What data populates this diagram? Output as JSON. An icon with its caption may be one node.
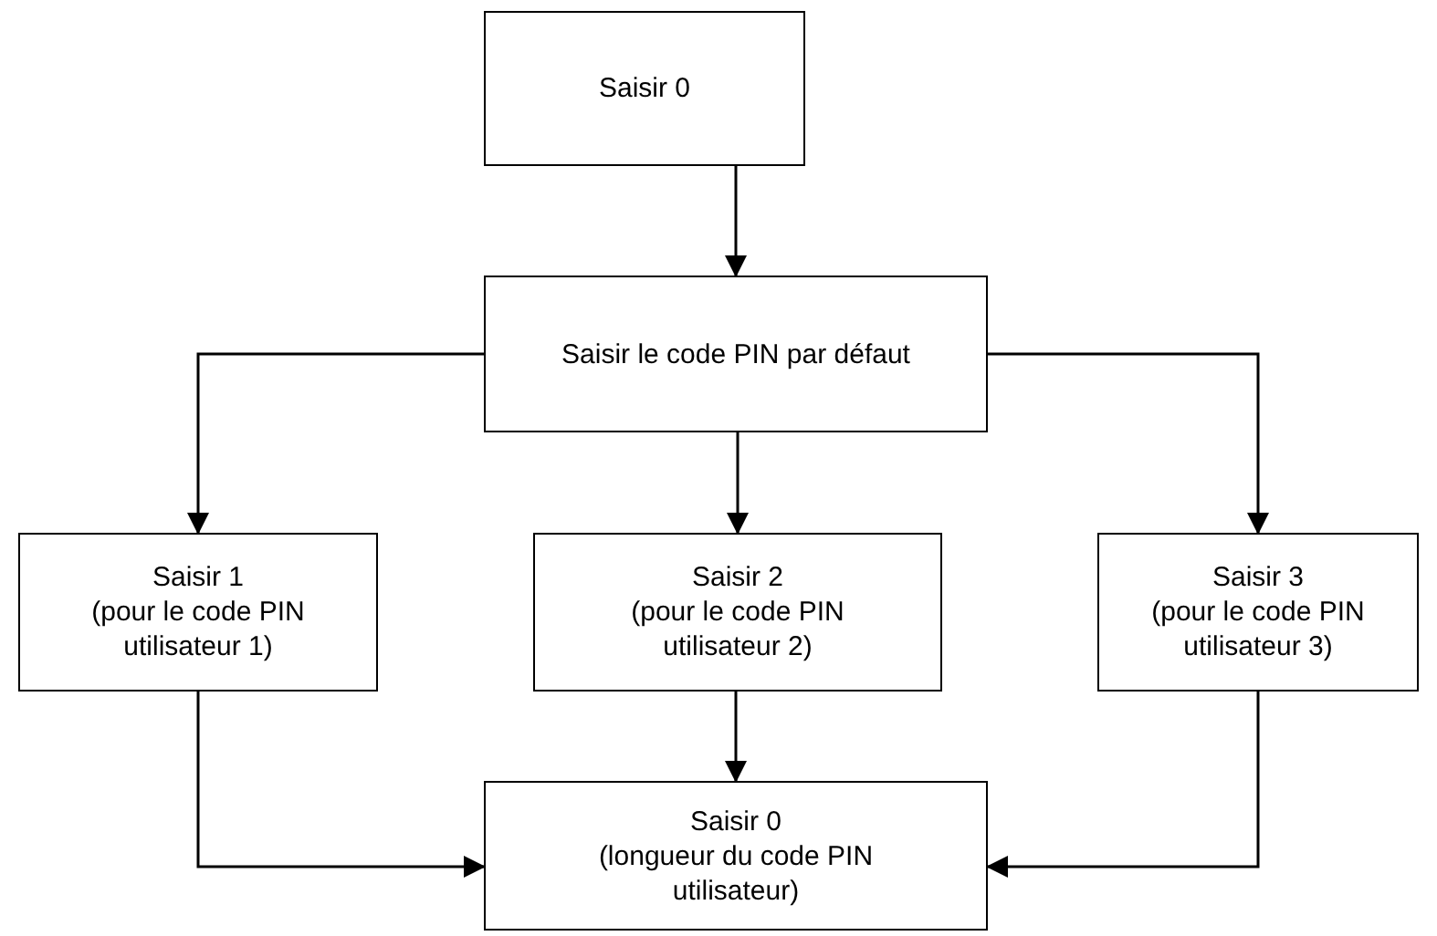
{
  "diagram": {
    "nodes": [
      {
        "text": [
          "Saisir 0"
        ]
      },
      {
        "text": [
          "Saisir le code PIN par défaut"
        ]
      },
      {
        "text": [
          "Saisir 1",
          "(pour le code PIN utilisateur 1)"
        ]
      },
      {
        "text": [
          "Saisir 2",
          "(pour le code PIN utilisateur 2)"
        ]
      },
      {
        "text": [
          "Saisir 3",
          "(pour le code PIN utilisateur 3)"
        ]
      },
      {
        "text": [
          "Saisir 0",
          "(longueur du code PIN utilisateur)"
        ]
      }
    ],
    "edges": [
      {
        "from": 0,
        "to": 1,
        "arrow": "to"
      },
      {
        "from": 1,
        "to": 2,
        "arrow": "to"
      },
      {
        "from": 1,
        "to": 3,
        "arrow": "to"
      },
      {
        "from": 1,
        "to": 4,
        "arrow": "to"
      },
      {
        "from": 2,
        "to": 5,
        "arrow": "to"
      },
      {
        "from": 3,
        "to": 5,
        "arrow": "to"
      },
      {
        "from": 4,
        "to": 5,
        "arrow": "to"
      }
    ]
  }
}
